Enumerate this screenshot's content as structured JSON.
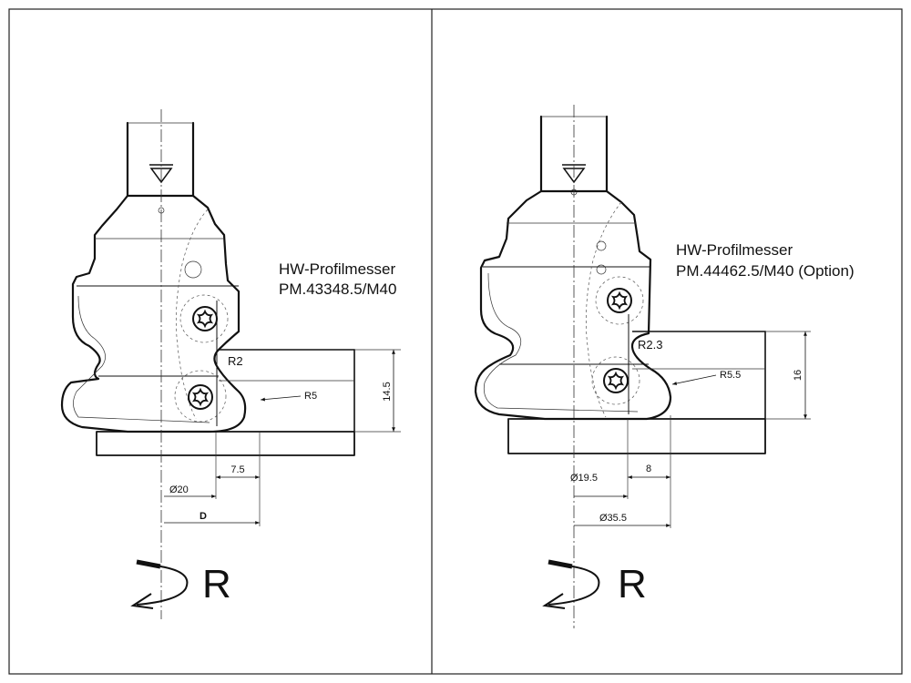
{
  "left": {
    "title_line1": "HW-Profilmesser",
    "title_line2": "PM.43348.5/M40",
    "r_small": "R2",
    "r_large": "R5",
    "dim_height": "14.5",
    "dim_width": "7.5",
    "dim_diameter": "Ø20",
    "dim_d": "D",
    "rotation": "R"
  },
  "right": {
    "title_line1": "HW-Profilmesser",
    "title_line2": "PM.44462.5/M40 (Option)",
    "r_small": "R2.3",
    "r_large": "R5.5",
    "dim_height": "16",
    "dim_width": "8",
    "dim_diameter": "Ø19.5",
    "dim_d": "Ø35.5",
    "rotation": "R"
  },
  "icons": {
    "spindle_marker": "triangle-down-bar-icon",
    "rotation_arrow": "rotation-arrow-icon",
    "torx_screw": "torx-screw-icon"
  }
}
